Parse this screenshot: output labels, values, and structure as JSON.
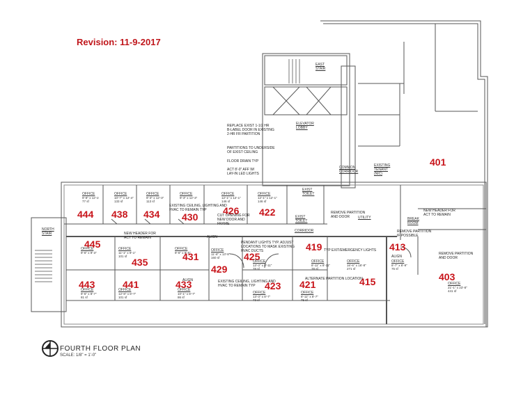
{
  "revision": "Revision:  11-9-2017",
  "title": {
    "plan_name": "FOURTH FLOOR PLAN",
    "scale": "SCALE: 1/8\" = 1'-0\""
  },
  "colors": {
    "room_number": "#c8141a",
    "walls": "#555555",
    "notes": "#222222"
  },
  "rooms": [
    {
      "number": "444",
      "type": "OFFICE",
      "dims": "9'-8\" x 12'-2",
      "area": "77 sf"
    },
    {
      "number": "438",
      "type": "OFFICE",
      "dims": "10'-7\" x 12'-4\"",
      "area": "133 sf"
    },
    {
      "number": "434",
      "type": "OFFICE",
      "dims": "9'-3\" x 12'-3\"",
      "area": "113 sf"
    },
    {
      "number": "430",
      "type": "OFFICE",
      "dims": "9'-3\" x 12'-3\"",
      "area": "113 sf"
    },
    {
      "number": "426",
      "type": "OFFICE",
      "dims": "12'-1\" x 12'-1\"",
      "area": "146 sf"
    },
    {
      "number": "422",
      "type": "OFFICE",
      "dims": "12'-1\" x 12'-1\"",
      "area": "146 sf"
    },
    {
      "number": "445",
      "type": "OFFICE",
      "dims": "9'-6\" x 9'-3\"",
      "area": "92 sf"
    },
    {
      "number": "435",
      "type": "OFFICE",
      "dims": "11'-1\" x 9'-1\"",
      "area": "101 sf"
    },
    {
      "number": "431",
      "type": "OFFICE",
      "dims": "9'-6\" x 9'-5\"",
      "area": "89 sf"
    },
    {
      "number": "429",
      "type": "OFFICE",
      "dims": "11'-8\" x 13'-8\"",
      "area": "160 sf"
    },
    {
      "number": "425",
      "type": "OFFICE",
      "dims": "13'-3\" x 8'-11\"",
      "area": "78 sf"
    },
    {
      "number": "419",
      "type": "OFFICE",
      "dims": "8'-11\" x 8'-11\"",
      "area": "78 sf"
    },
    {
      "number": "413",
      "type": "OFFICE",
      "dims": "8'-7\" x 8'-9\"",
      "area": "75 sf"
    },
    {
      "number": "443",
      "type": "OFFICE",
      "dims": "9'-6\" x 8'-7\"",
      "area": "81 sf"
    },
    {
      "number": "441",
      "type": "OFFICE",
      "dims": "12'-8\" x 8'-7\"",
      "area": "101 sf"
    },
    {
      "number": "433",
      "type": "OFFICE",
      "dims": "10'-1\" x 8'-7\"",
      "area": "86 sf"
    },
    {
      "number": "423",
      "type": "OFFICE",
      "dims": "13'-3\" x 8'-7\"",
      "area": "73 sf"
    },
    {
      "number": "421",
      "type": "OFFICE",
      "dims": "8'-11\" x 8'-7\"",
      "area": "75 sf"
    },
    {
      "number": "415",
      "type": "OFFICE",
      "dims": "16'-6\" x 16'-8\"",
      "area": "271 sf"
    },
    {
      "number": "403",
      "type": "OFFICE",
      "dims": "21'-1\" x 23'-8\"",
      "area": "441 sf"
    },
    {
      "number": "401",
      "type": "EXISTING TENANT (NIC)",
      "dims": "",
      "area": ""
    }
  ],
  "labels": {
    "east_stair": "EAST STAIR",
    "north_stair": "NORTH STAIR",
    "elevator_lobby": "ELEVATOR LOBBY",
    "common_corridor": "COMMON CORRIDOR",
    "existing_tenant": "EXISTING TENANT (NIC)",
    "exist_toilet_1": "EXIST TOILET",
    "exist_toilet_2": "EXIST TOILET",
    "utility": "UTILITY",
    "break_room": "BREAK ROOM",
    "corridor": "CORRIDOR",
    "align_1": "ALIGN",
    "align_2": "ALIGN",
    "align_3": "ALIGN"
  },
  "notes": {
    "replace_exist": "REPLACE EXIST 1-1/2 HR\nB-LABEL DOOR IN EXISTING\n2-HR FR PARTITION",
    "partitions": "PARTITIONS TO UNDERSIDE\nOF EXIST CEILING",
    "floor_drain": "FLOOR DRAIN TYP",
    "act": "ACT 8'-0\" AFF W/\nLAY-IN LED LIGHTS",
    "ceiling_top": "EXISTING CEILING, LIGHTING AND\nHVAC TO REMAIN TYP",
    "cut_opening": "CUT OPENING FOR\nNEW DOOR AND\nFRAME",
    "new_header_left": "NEW HEADER FOR\nACT TO REMAIN",
    "remove_partition_door": "REMOVE PARTITION\nAND DOOR",
    "new_header_right": "NEW HEADER FOR\nACT TO REMAIN",
    "remove_partition_possible": "REMOVE PARTITION\nIF POSSIBLE",
    "pendant_lights": "PENDANT LIGHTS TYP. ADJUST\nLOCATIONS TO MASK EXISTING\nHVAC DUCTS",
    "exit_emergency": "TYP EXIT/EMERGENCY LIGHTS",
    "ceiling_bottom": "EXISTING CEILING, LIGHTING AND\nHVAC TO REMAIN TYP",
    "alternate_partition": "ALTERNATE PARTITION LOCATION",
    "remove_partition_door_2": "REMOVE PARTITION\nAND DOOR"
  }
}
